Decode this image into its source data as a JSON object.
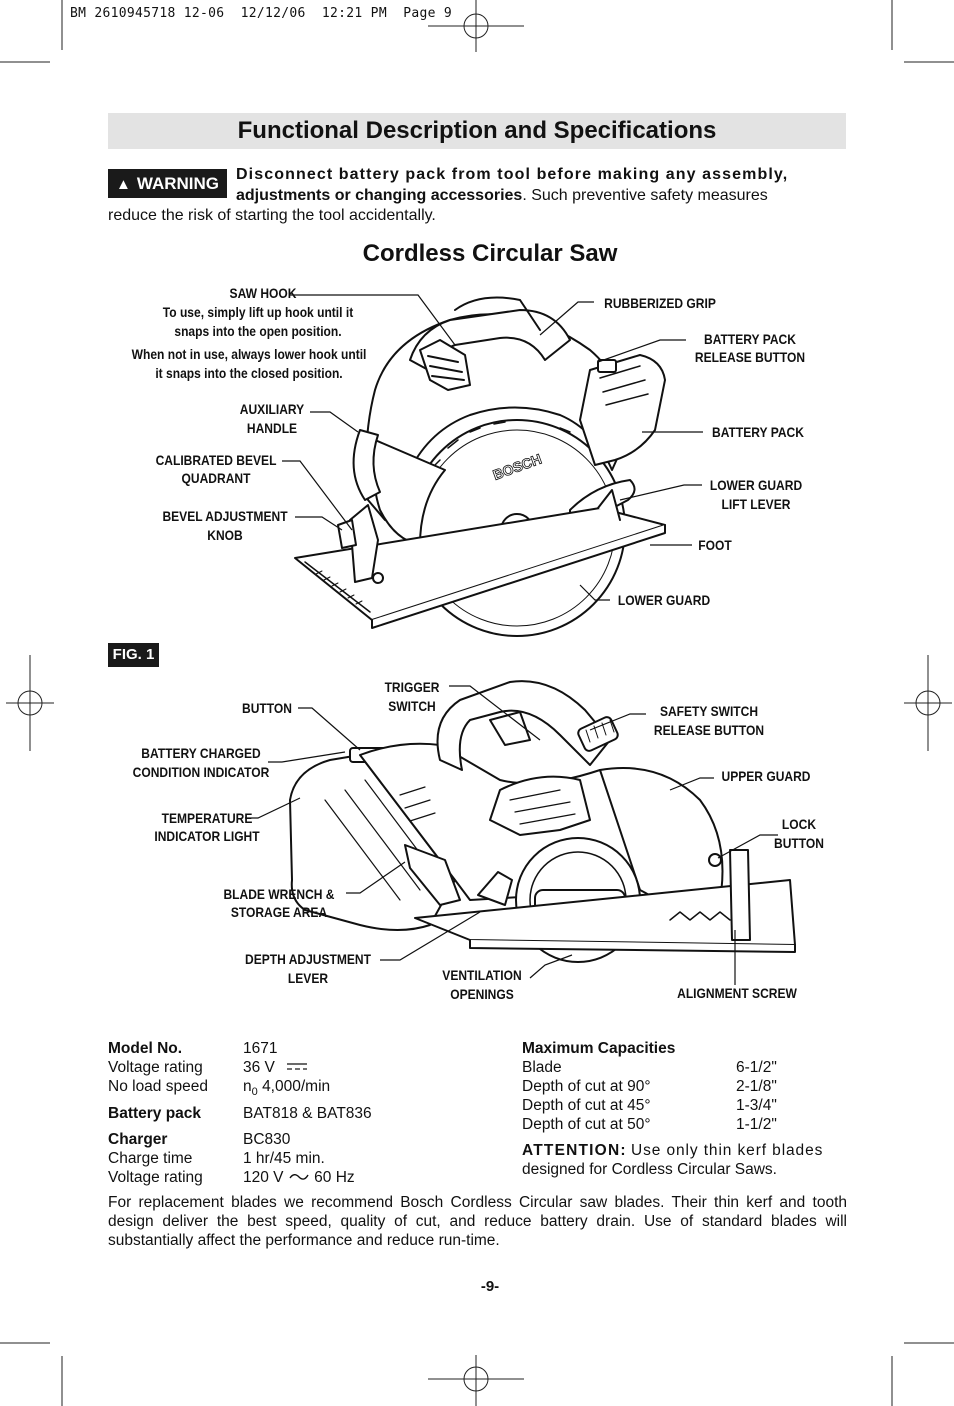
{
  "slug_line": "BM 2610945718 12-06  12/12/06  12:21 PM  Page 9",
  "title": "Functional Description and Specifications",
  "warning": {
    "badge": "WARNING",
    "bold_text_1": "Disconnect battery pack from tool before making any assembly,",
    "bold_text_2": "adjustments or changing accessories",
    "normal_text_1": ". Such preventive safety measures",
    "normal_text_2": "reduce the risk of starting the tool accidentally."
  },
  "subtitle": "Cordless Circular Saw",
  "fig_label": "FIG. 1",
  "top_labels": {
    "saw_hook_title": "SAW HOOK",
    "saw_hook_l1": "To use, simply lift up hook until it",
    "saw_hook_l2": "snaps into the open position.",
    "saw_hook_l3": "When not in use, always lower hook until",
    "saw_hook_l4": "it snaps into the closed position.",
    "aux_1": "AUXILIARY",
    "aux_2": "HANDLE",
    "bevel_q_1": "CALIBRATED BEVEL",
    "bevel_q_2": "QUADRANT",
    "bevel_k_1": "BEVEL ADJUSTMENT",
    "bevel_k_2": "KNOB",
    "grip": "RUBBERIZED GRIP",
    "release_1": "BATTERY PACK",
    "release_2": "RELEASE BUTTON",
    "battery_pack": "BATTERY PACK",
    "lift_1": "LOWER GUARD",
    "lift_2": "LIFT LEVER",
    "foot": "FOOT",
    "lower_guard": "LOWER GUARD",
    "brand": "BOSCH"
  },
  "bottom_labels": {
    "trigger_1": "TRIGGER",
    "trigger_2": "SWITCH",
    "button": "BUTTON",
    "charged_1": "BATTERY CHARGED",
    "charged_2": "CONDITION INDICATOR",
    "temp_1": "TEMPERATURE",
    "temp_2": "INDICATOR LIGHT",
    "wrench_1": "BLADE WRENCH &",
    "wrench_2": "STORAGE AREA",
    "depth_1": "DEPTH ADJUSTMENT",
    "depth_2": "LEVER",
    "vent_1": "VENTILATION",
    "vent_2": "OPENINGS",
    "safety_1": "SAFETY SWITCH",
    "safety_2": "RELEASE BUTTON",
    "upper_guard": "UPPER GUARD",
    "lock_1": "LOCK",
    "lock_2": "BUTTON",
    "align": "ALIGNMENT SCREW"
  },
  "specs_left": {
    "model_label": "Model No.",
    "model_value": "1671",
    "volt_label": "Voltage rating",
    "volt_value": "36 V",
    "speed_label": "No load speed",
    "speed_n": "n",
    "speed_sub": "0",
    "speed_value": "4,000/min",
    "battery_label": "Battery pack",
    "battery_value": "BAT818 & BAT836",
    "charger_label": "Charger",
    "charger_value": "BC830",
    "charge_time_label": "Charge time",
    "charge_time_value": "1 hr/45 min.",
    "charger_volt_label": "Voltage rating",
    "charger_volt_value": "120 V",
    "charger_hz": "60 Hz"
  },
  "specs_right": {
    "heading": "Maximum Capacities",
    "rows": [
      {
        "label": "Blade",
        "value": "6-1/2\""
      },
      {
        "label": "Depth of cut at 90°",
        "value": "2-1/8\""
      },
      {
        "label": "Depth of cut at 45°",
        "value": "1-3/4\""
      },
      {
        "label": "Depth of cut at 50°",
        "value": "1-1/2\""
      }
    ],
    "attention_label": "ATTENTION:",
    "attention_text_1": "Use only thin kerf blades",
    "attention_text_2": "designed for Cordless Circular Saws."
  },
  "paragraph": "For replacement blades we recommend Bosch Cordless Circular saw blades. Their thin kerf and tooth design deliver the best speed, quality of cut, and reduce battery drain. Use of standard blades will substantially affect the performance and reduce run-time.",
  "page_number": "-9-"
}
